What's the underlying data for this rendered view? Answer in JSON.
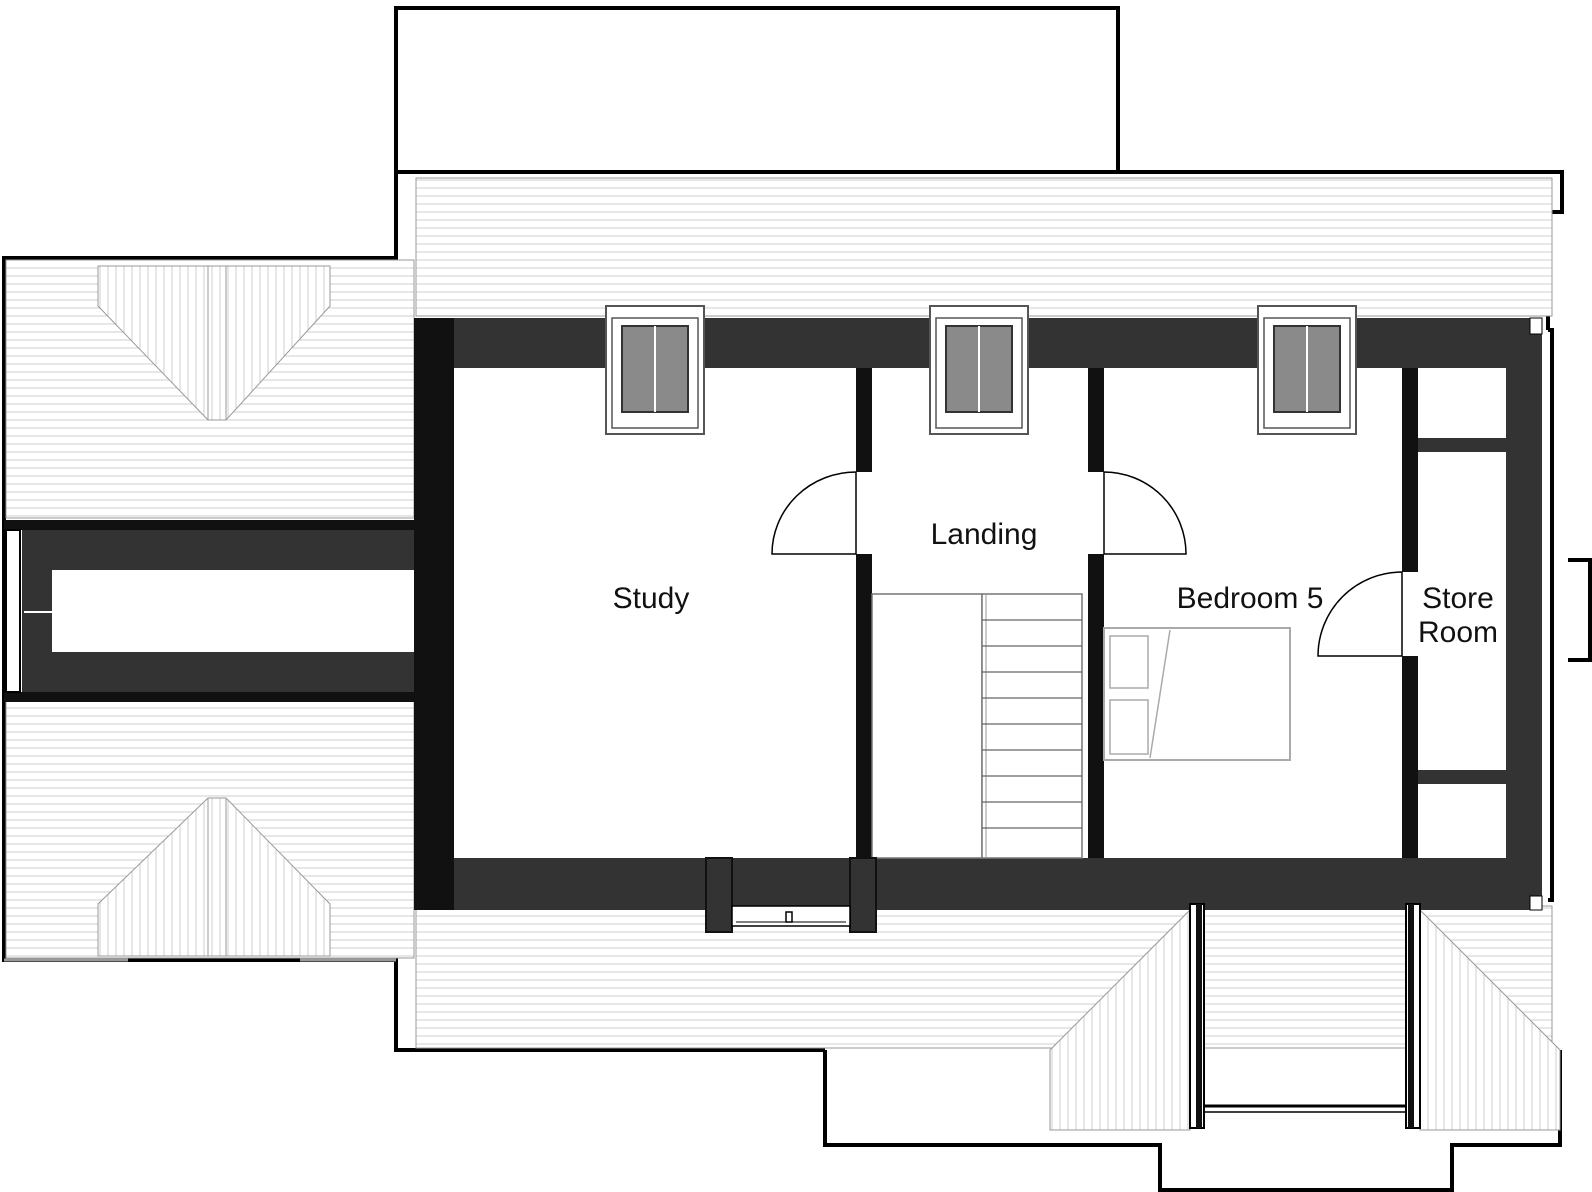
{
  "plan": {
    "rooms": [
      {
        "id": "study",
        "label": "Study"
      },
      {
        "id": "landing",
        "label": "Landing"
      },
      {
        "id": "bedroom5",
        "label": "Bedroom 5"
      },
      {
        "id": "store",
        "label_line1": "Store",
        "label_line2": "Room"
      }
    ],
    "colors": {
      "wall": "#333333",
      "wall_dark": "#111111",
      "roof_line": "#cfcfcf",
      "outline": "#000000",
      "window_glass": "#8a8a8a"
    }
  }
}
